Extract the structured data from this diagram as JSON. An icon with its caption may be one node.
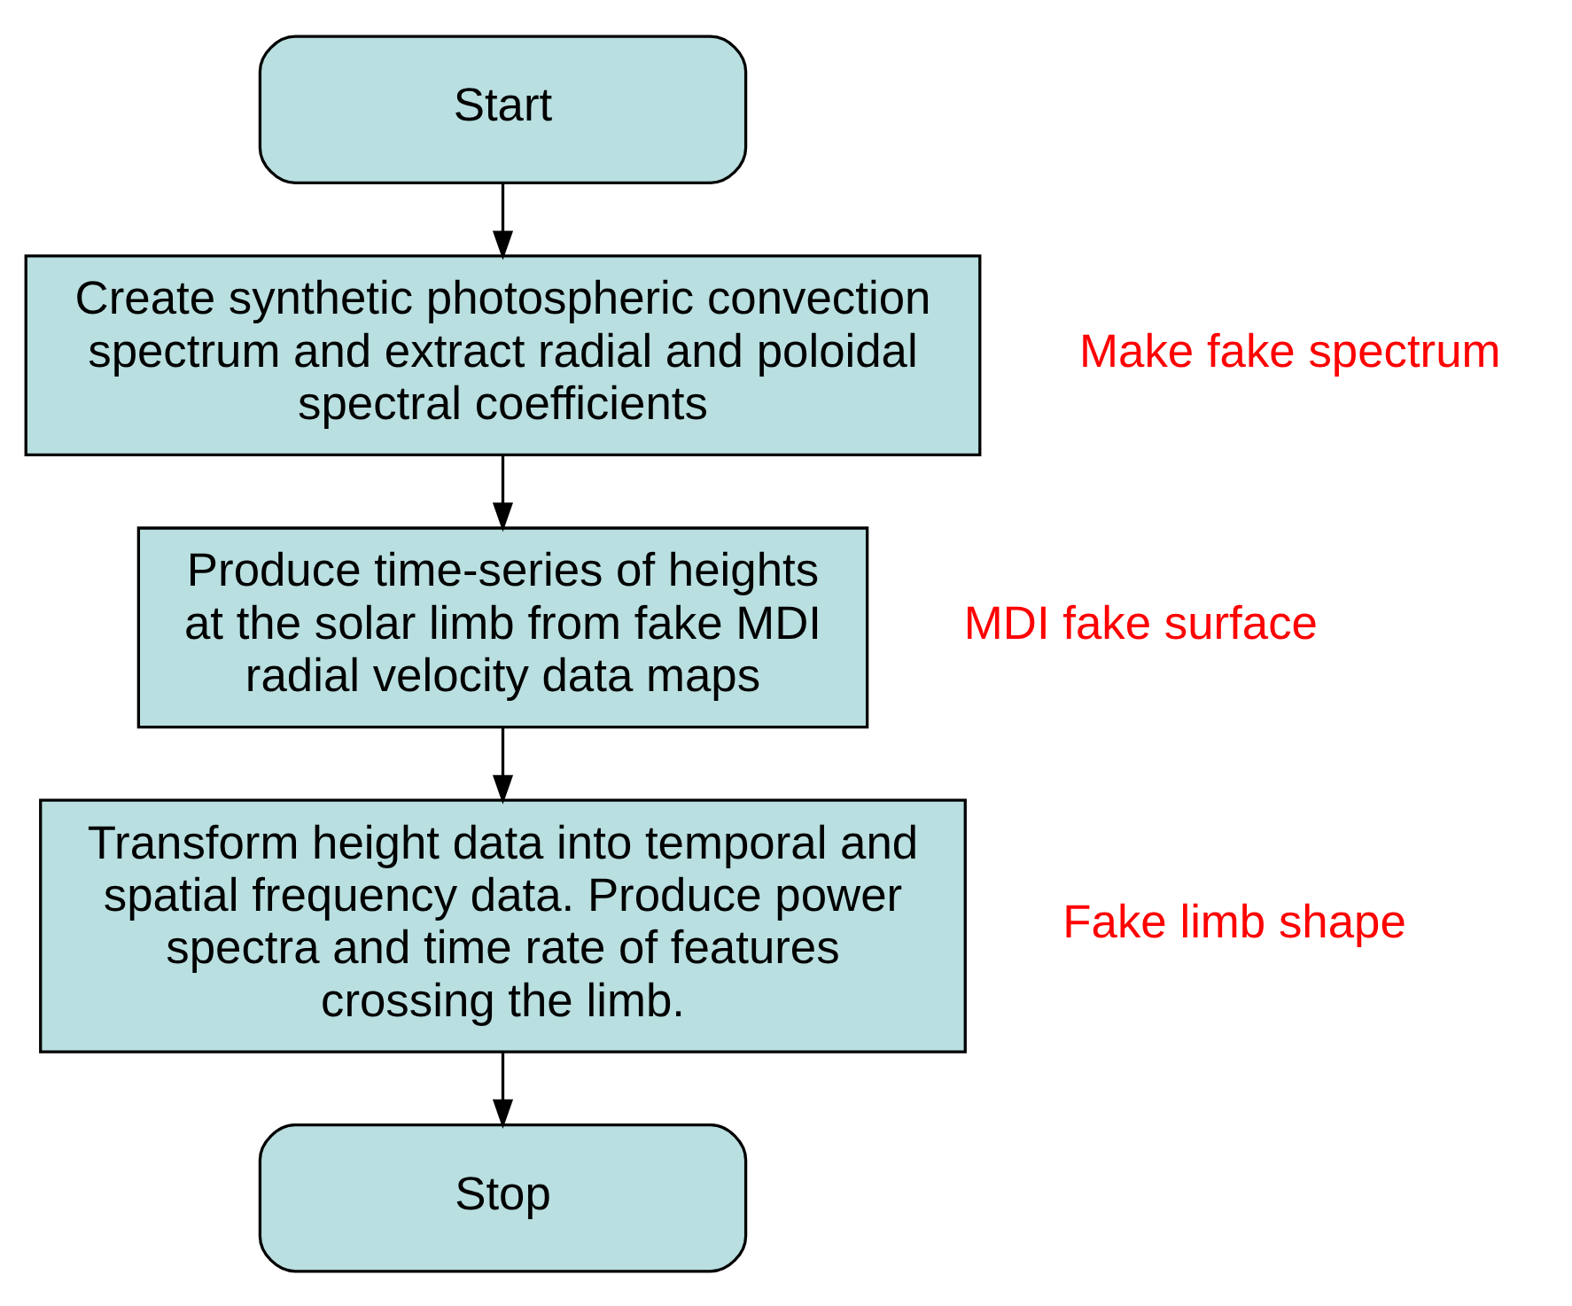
{
  "diagram": {
    "nodes": [
      {
        "text": [
          "Start"
        ]
      },
      {
        "text": [
          "Create synthetic photospheric convection spectrum and extract radial and poloidal spectral coefficients"
        ],
        "beside": [
          "Make fake spectrum"
        ]
      },
      {
        "text": [
          "Produce time-series of heights at the solar limb from fake MDI radial velocity data maps"
        ],
        "beside": [
          "MDI fake surface"
        ]
      },
      {
        "text": [
          "Transform height data into temporal and spatial frequency data. Produce power spectra and time rate of features crossing the limb."
        ],
        "beside": [
          "Fake limb shape"
        ]
      },
      {
        "text": [
          "Stop"
        ]
      }
    ],
    "edges": [
      {
        "from": 0,
        "to": 1,
        "arrow": "to"
      },
      {
        "from": 1,
        "to": 2,
        "arrow": "to"
      },
      {
        "from": 2,
        "to": 3,
        "arrow": "to"
      },
      {
        "from": 3,
        "to": 4,
        "arrow": "to"
      }
    ]
  }
}
